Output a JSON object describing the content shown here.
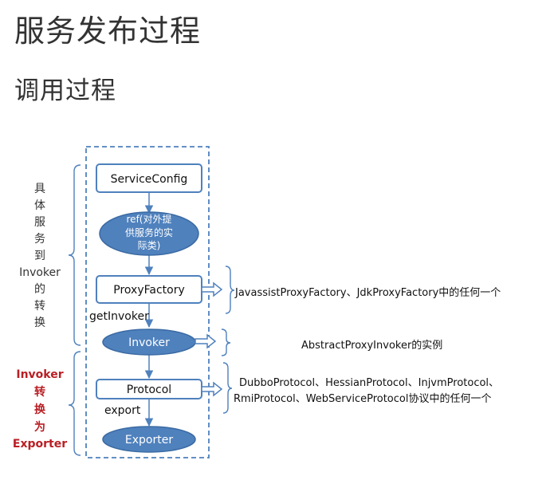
{
  "page": {
    "title": "服务发布过程",
    "subtitle": "调用过程"
  },
  "diagram": {
    "service_config": "ServiceConfig",
    "ref_line1": "ref(对外提",
    "ref_line2": "供服务的实",
    "ref_line3": "际类)",
    "proxy_factory": "ProxyFactory",
    "get_invoker": "getInvoker",
    "invoker": "Invoker",
    "protocol": "Protocol",
    "export": "export",
    "exporter": "Exporter",
    "left_label_1": [
      "具",
      "体",
      "服",
      "务",
      "到",
      "Invoker",
      "的",
      "转",
      "换"
    ],
    "left_label_2": [
      "Invoker",
      "转",
      "换",
      "为",
      "Exporter"
    ],
    "note_proxy_factory": "JavassistProxyFactory、JdkProxyFactory中的任何一个",
    "note_invoker": "AbstractProxyInvoker的实例",
    "note_protocol_line1": "DubboProtocol、HessianProtocol、InjvmProtocol、",
    "note_protocol_line2": "RmiProtocol、WebServiceProtocol协议中的任何一个"
  },
  "colors": {
    "box_border": "#4f81bd",
    "ellipse_fill": "#4f81bd",
    "dark_red": "#b91f24",
    "text": "#111111"
  }
}
